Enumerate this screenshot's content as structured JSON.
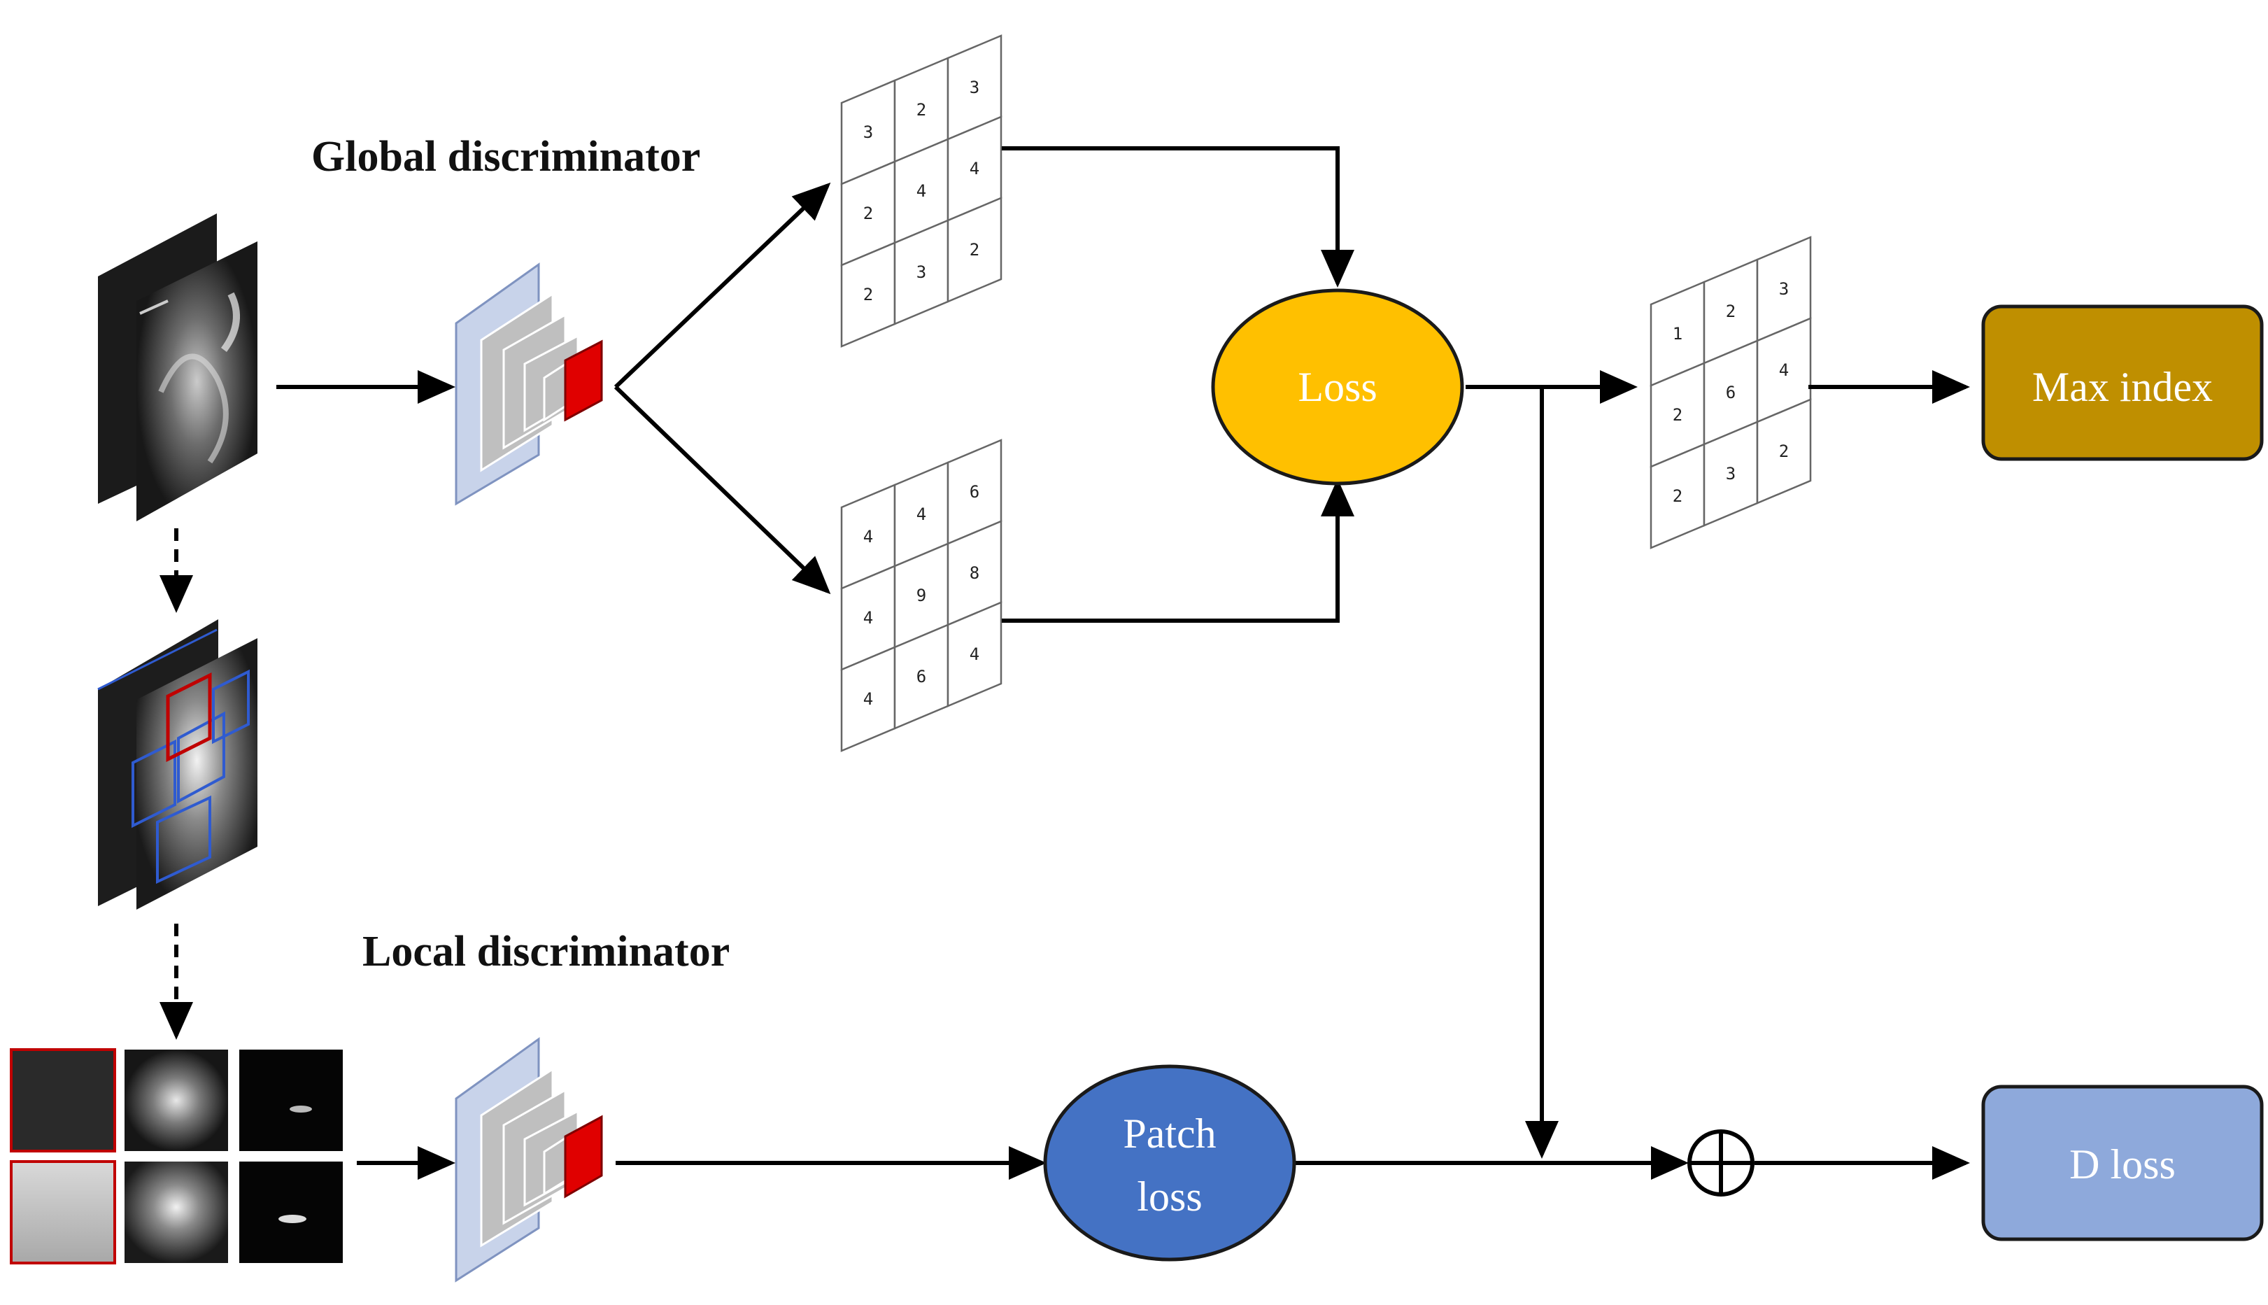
{
  "labels": {
    "global_discriminator": "Global discriminator",
    "local_discriminator": "Local discriminator"
  },
  "nodes": {
    "loss": {
      "label": "Loss",
      "color": "#FFC000"
    },
    "patch_loss": {
      "label_line1": "Patch",
      "label_line2": "loss",
      "color": "#4472C4"
    },
    "max_index": {
      "label": "Max index",
      "color": "#BF8F00"
    },
    "d_loss": {
      "label": "D loss",
      "color": "#8EA9DB"
    },
    "sum_symbol": "⊕"
  },
  "grids": {
    "global_top": [
      [
        "3",
        "2",
        "3"
      ],
      [
        "2",
        "4",
        "4"
      ],
      [
        "2",
        "3",
        "2"
      ]
    ],
    "global_bottom": [
      [
        "4",
        "4",
        "6"
      ],
      [
        "4",
        "9",
        "8"
      ],
      [
        "4",
        "6",
        "4"
      ]
    ],
    "loss_map": [
      [
        "1",
        "2",
        "3"
      ],
      [
        "2",
        "6",
        "4"
      ],
      [
        "2",
        "3",
        "2"
      ]
    ]
  },
  "colors": {
    "discriminator_block": "#C8D3EA",
    "discriminator_inner": "#BFBFBF",
    "discriminator_output": "#E00000",
    "highlight_cell": "#000000",
    "patch_border_red": "#C00000",
    "patch_border_blue": "#2F5BD0"
  },
  "icons": [
    "grayscale-image-stack",
    "cropped-image-patches",
    "cnn-discriminator",
    "circle-plus-icon"
  ]
}
